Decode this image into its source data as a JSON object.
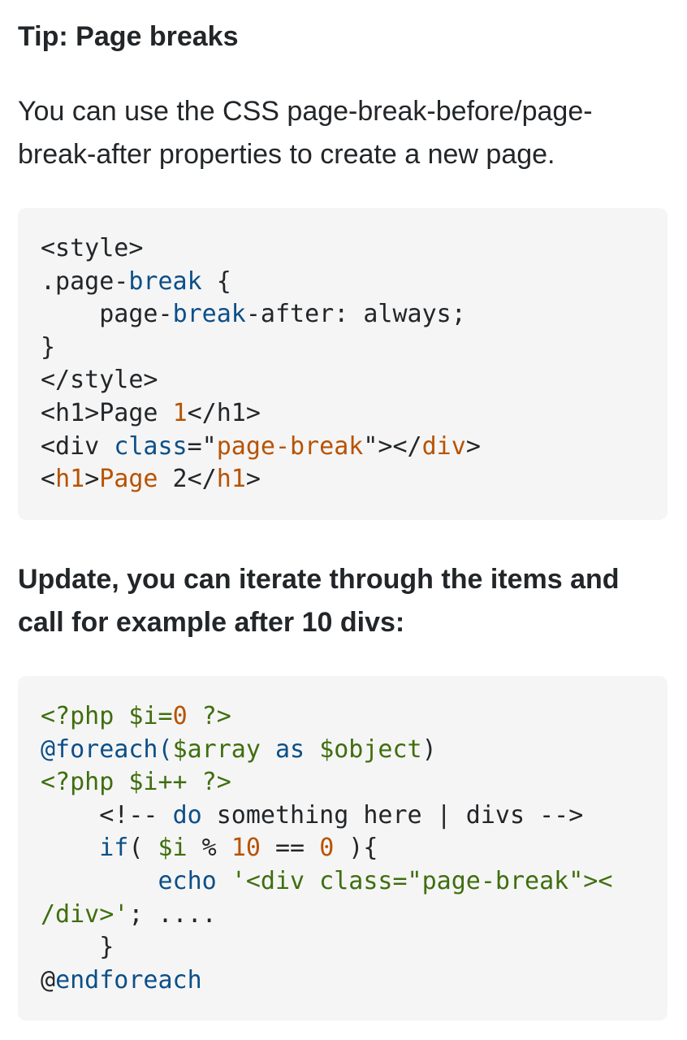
{
  "tip_heading": "Tip: Page breaks",
  "paragraph_lines": [
    "You can use the CSS page-break-before/page-",
    "break-after properties to create a new page."
  ],
  "code_block_1": {
    "l1": "<style>",
    "l2a": ".page-",
    "l2b": "break",
    "l2c": " {",
    "l3a": "    page-",
    "l3b": "break",
    "l3c": "-after: always;",
    "l4": "}",
    "l5": "</style>",
    "l6a": "<h1>Page ",
    "l6b": "1",
    "l6c": "</h1>",
    "l7a": "<div ",
    "l7b": "class",
    "l7c": "=\"",
    "l7d": "page-break",
    "l7e": "\"></",
    "l7f": "div",
    "l7g": ">",
    "l8a": "<",
    "l8b": "h1",
    "l8c": ">",
    "l8d": "Page",
    "l8e": " 2</",
    "l8f": "h1",
    "l8g": ">"
  },
  "update_heading_lines": [
    "Update, you can iterate through the items and",
    "call for example after 10 divs:"
  ],
  "code_block_2": {
    "l1a": "<?php $i=",
    "l1b": "0",
    "l1c": " ?>",
    "l2a": "@foreach(",
    "l2b": "$array",
    "l2c": " as ",
    "l2d": "$object",
    "l2e": ")",
    "l3": "<?php $i++ ?>",
    "l4a": "    <!-- ",
    "l4b": "do",
    "l4c": " something here | divs -->",
    "l5a": "    if",
    "l5b": "( ",
    "l5c": "$i",
    "l5d": " % ",
    "l5e": "10",
    "l5f": " == ",
    "l5g": "0",
    "l5h": " ){",
    "l6a": "        echo",
    "l6b": " ",
    "l6c": "'<div class=\"page-break\"><",
    "l7a": "/div>'",
    "l7b": "; ....",
    "l8": "    }",
    "l9a": "@",
    "l9b": "endforeach"
  }
}
